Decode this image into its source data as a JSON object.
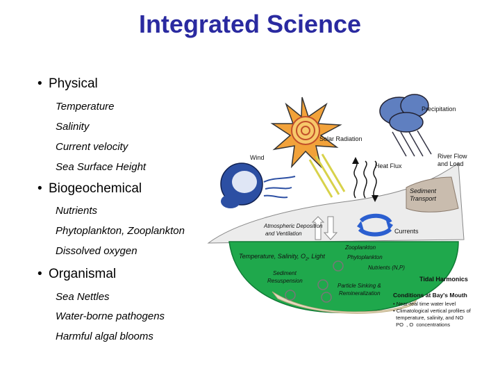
{
  "title": "Integrated Science",
  "sections": [
    {
      "heading": "Physical",
      "items": [
        "Temperature",
        "Salinity",
        "Current velocity",
        "Sea Surface Height"
      ]
    },
    {
      "heading": "Biogeochemical",
      "items": [
        "Nutrients",
        "Phytoplankton, Zooplankton",
        "Dissolved oxygen"
      ]
    },
    {
      "heading": "Organismal",
      "items": [
        "Sea Nettles",
        "Water-borne pathogens",
        "Harmful algal blooms"
      ]
    }
  ],
  "bullet_symbol": "•",
  "diagram": {
    "precipitation": "Precipitation",
    "solar_radiation": "Solar Radiation",
    "wind": "Wind",
    "river_flow_1": "River Flow",
    "river_flow_2": "and Load",
    "heat_flux": "Heat Flux",
    "sediment_transport_1": "Sediment",
    "sediment_transport_2": "Transport",
    "atm_deposition_1": "Atmospheric Deposition",
    "atm_deposition_2": "and Ventilation",
    "currents": "Currents",
    "water_props": "Temperature, Salinity, O",
    "water_props_sub": "2",
    "water_props_end": ", Light",
    "zooplankton": "Zooplankton",
    "phytoplankton": "Phytoplankton",
    "nutrients": "Nutrients (N,P)",
    "sediment_resuspension_1": "Sediment",
    "sediment_resuspension_2": "Resuspension",
    "particle_sinking_1": "Particle Sinking &",
    "particle_sinking_2": "Remineralization",
    "tidal_harmonics": "Tidal Harmonics",
    "conditions_title": "Conditions at Bay's Mouth",
    "conditions": [
      "• Near-real time water level",
      "• Climatological vertical profiles of",
      "  temperature, salinity, and NO",
      "  PO  , O  concentrations"
    ]
  },
  "colors": {
    "title": "#2a2aa0",
    "water": "#1fa84c",
    "sky": "#e8e8e8",
    "sediment": "#c9bcae",
    "sun": "#f2a23a",
    "arrow_blue": "#2b5fd0"
  }
}
